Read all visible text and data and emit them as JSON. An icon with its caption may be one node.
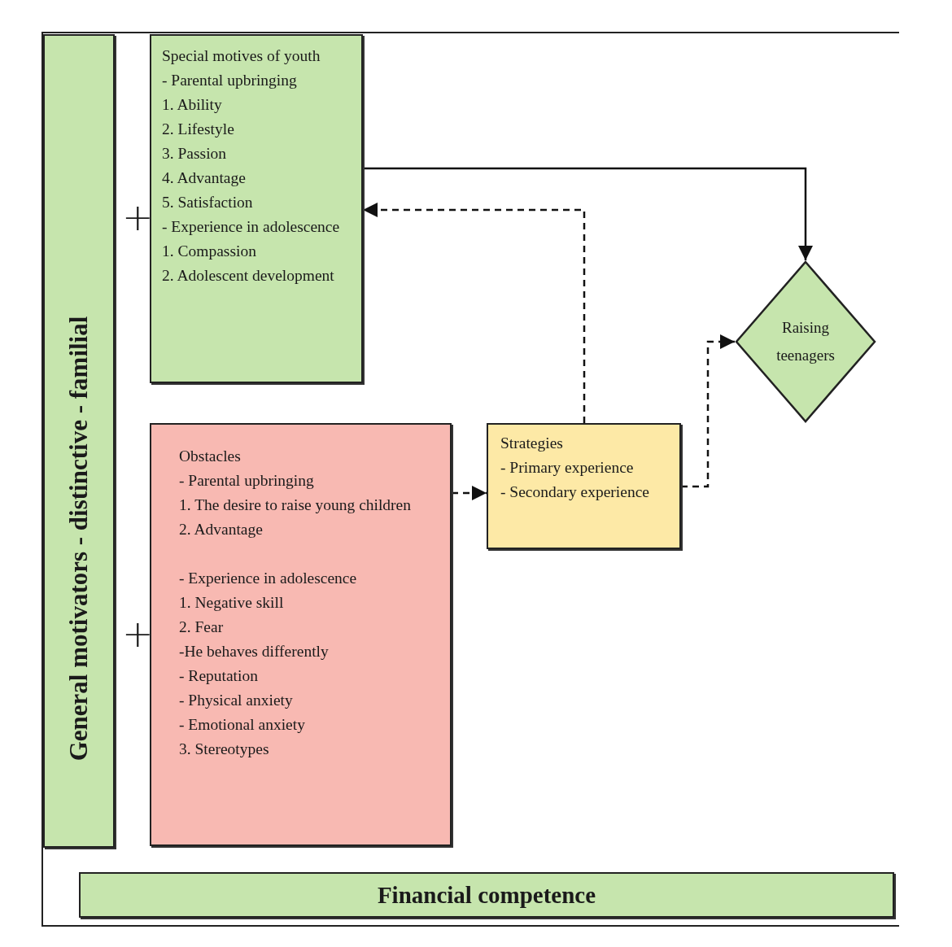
{
  "diagram": {
    "nodes": [
      {
        "text": [
          "General motivators - distinctive - familial"
        ]
      },
      {
        "text": [
          "Special motives of youth",
          "- Parental upbringing",
          "1. Ability",
          "2. Lifestyle",
          "3. Passion",
          "4. Advantage",
          "5. Satisfaction",
          "- Experience in adolescence",
          "1. Compassion",
          "2. Adolescent development"
        ]
      },
      {
        "text": [
          "Obstacles",
          "- Parental upbringing",
          "1. The desire to raise young children",
          "2. Advantage",
          "- Experience in adolescence",
          "1. Negative skill",
          "2. Fear",
          "-He behaves differently",
          "- Reputation",
          "- Physical anxiety",
          "- Emotional anxiety",
          "3. Stereotypes"
        ]
      },
      {
        "text": [
          "Strategies",
          "- Primary experience",
          "- Secondary experience"
        ]
      },
      {
        "text": [
          "Raising teenagers"
        ]
      },
      {
        "text": [
          "Financial competence"
        ]
      }
    ],
    "edges": [
      {
        "from": 1,
        "to": 4,
        "arrow": "to"
      },
      {
        "from": 3,
        "to": 1,
        "arrow": "to",
        "style": "dashed"
      },
      {
        "from": 2,
        "to": 3,
        "arrow": "to",
        "style": "dashed"
      },
      {
        "from": 3,
        "to": 4,
        "arrow": "to",
        "style": "dashed"
      }
    ],
    "labels": [
      "+",
      "+"
    ]
  }
}
